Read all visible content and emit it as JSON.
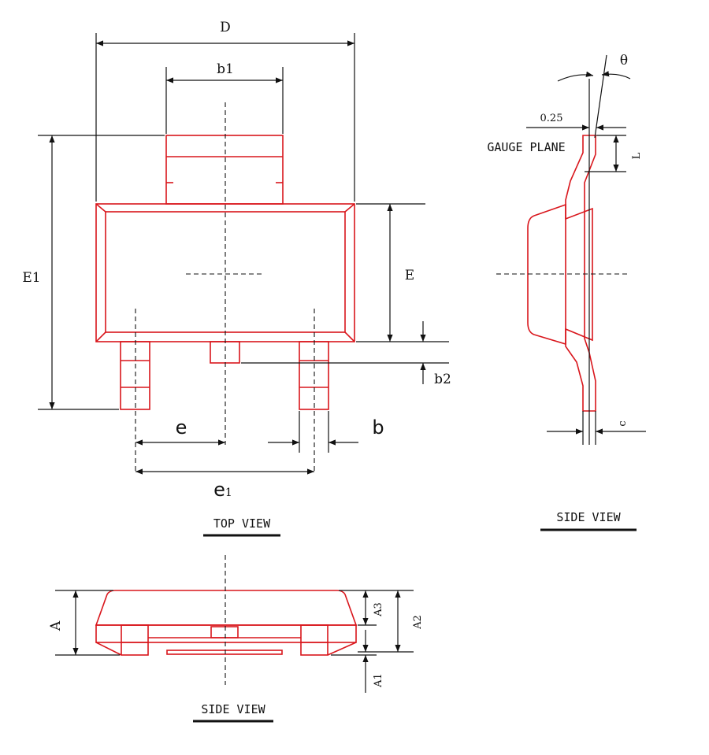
{
  "colors": {
    "outline": "#d9161c",
    "dimension": "#111111"
  },
  "top_view": {
    "title": "TOP VIEW",
    "labels": {
      "D": "D",
      "b1": "b1",
      "E1": "E1",
      "E": "E",
      "b2": "b2",
      "e": "e",
      "b": "b",
      "e1_main": "e",
      "e1_sub": "1"
    }
  },
  "side_view_right": {
    "title": "SIDE VIEW",
    "labels": {
      "theta": "θ",
      "gauge_value": "0.25",
      "gauge_plane": "GAUGE PLANE",
      "L": "L",
      "c": "c"
    }
  },
  "side_view_bottom": {
    "title": "SIDE VIEW",
    "labels": {
      "A": "A",
      "A3": "A3",
      "A2": "A2",
      "A1": "A1"
    }
  }
}
